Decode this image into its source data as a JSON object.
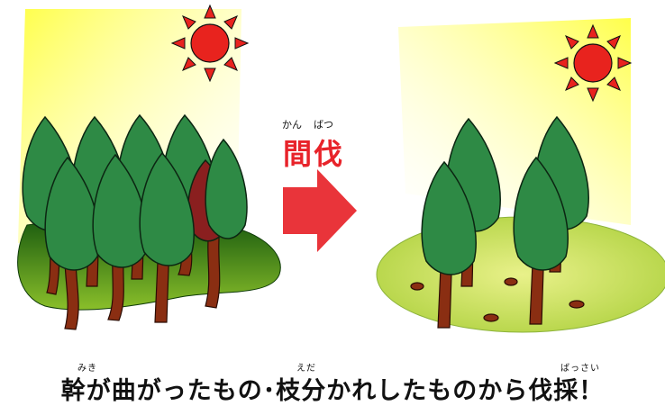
{
  "label": {
    "main": "間伐",
    "furigana_kan": "かん",
    "furigana_batsu": "ばつ"
  },
  "caption": {
    "text": "幹が曲がったもの･枝分かれしたものから伐採！",
    "furigana_miki": "みき",
    "furigana_eda": "えだ",
    "furigana_bassai": "ばっさい"
  },
  "colors": {
    "sun": "#e8231e",
    "arrow": "#e9343a",
    "foliage": "#2e8a45",
    "trunk": "#8a2e12",
    "ground_dense": "#4f8a1e",
    "ground_thinned": "#b8d94a"
  },
  "icons": [
    "sun-icon",
    "arrow-right-icon"
  ]
}
